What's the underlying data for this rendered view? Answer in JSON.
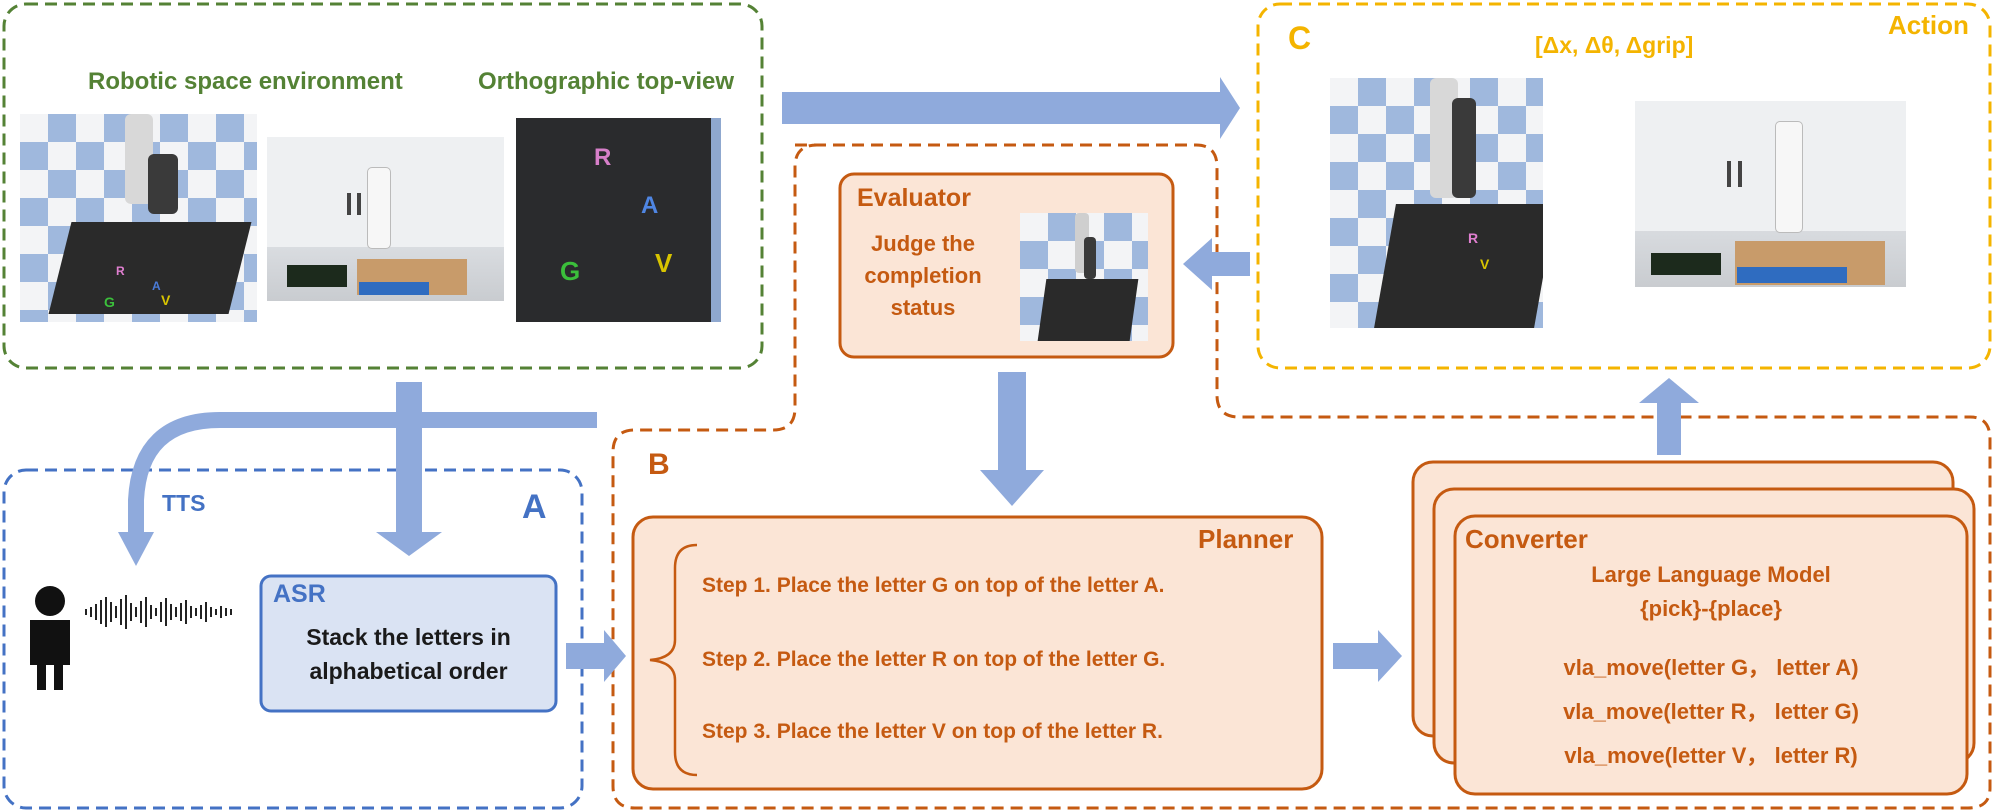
{
  "env_panel": {
    "title_left": "Robotic space environment",
    "title_right": "Orthographic top-view",
    "top_view_letters": [
      "R",
      "A",
      "G",
      "V"
    ]
  },
  "action_panel": {
    "tag": "C",
    "title": "Action",
    "vector": "[Δx, Δθ, Δgrip]"
  },
  "evaluator": {
    "title": "Evaluator",
    "text_lines": [
      "Judge the",
      "completion",
      "status"
    ]
  },
  "panel_a": {
    "tag": "A",
    "tts": "TTS",
    "asr_title": "ASR",
    "asr_lines": [
      "Stack the letters in",
      "alphabetical order"
    ]
  },
  "panel_b": {
    "tag": "B",
    "planner_title": "Planner",
    "steps": [
      "Step 1. Place the letter G on top of the letter A.",
      "Step 2. Place the letter R on top of the letter G.",
      "Step 3. Place the letter V on top of the letter R."
    ]
  },
  "converter": {
    "title": "Converter",
    "model": "Large Language Model",
    "template": "{pick}-{place}",
    "calls": [
      "vla_move(letter G， letter A)",
      "vla_move(letter R， letter G)",
      "vla_move(letter V， letter R)"
    ]
  },
  "colors": {
    "green": "#548235",
    "orange": "#C55A11",
    "blue": "#4472C4",
    "yellow": "#F4B400",
    "arrow": "#8FAADC",
    "box_fill_orange": "#FBE5D6",
    "box_fill_blue": "#DAE3F3"
  },
  "icons": [
    "person-icon",
    "sound-wave-icon",
    "robot-arm-icon"
  ]
}
